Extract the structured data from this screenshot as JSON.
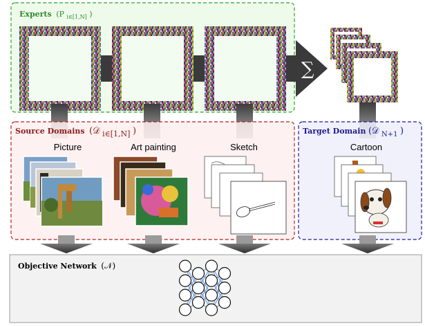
{
  "experts": {
    "label_prefix": "Experts",
    "label_math": "(P",
    "label_sub": "i∈[1,N]",
    "label_close": ")",
    "label_color": "#2e8b2e",
    "box_fill": "#eefbea",
    "box_border": "#2aa52a",
    "sum_symbol": "∑",
    "frame_count": 3,
    "stack_count": 4
  },
  "source_domains": {
    "label_prefix": "Source Domains",
    "label_math": "(𝒟",
    "label_sub": "i∈[1,N]",
    "label_close": ")",
    "label_color": "#8b1a1a",
    "box_fill": "#fdeeee",
    "box_border": "#b22222",
    "domains": [
      {
        "name": "Picture",
        "image": "giraffe photo"
      },
      {
        "name": "Art painting",
        "image": "elephant painting"
      },
      {
        "name": "Sketch",
        "image": "guitar sketch"
      }
    ]
  },
  "target_domain": {
    "label_prefix": "Target Domain",
    "label_math": "(𝒟",
    "label_sub": "N+1",
    "label_close": ")",
    "label_color": "#1a1a8b",
    "box_fill": "#eeeefc",
    "box_border": "#1a1a9b",
    "domains": [
      {
        "name": "Cartoon",
        "image": "cartoon dog"
      }
    ]
  },
  "objective": {
    "label_prefix": "Objective Network",
    "label_math": "(𝒩)",
    "box_fill": "#f2f2f2",
    "box_border": "#999999",
    "layers": [
      4,
      3,
      4,
      3
    ]
  },
  "colors": {
    "arrow": "#4a4a4a",
    "arrow_light": "#9a9a9a",
    "node_stroke": "#111111",
    "edge": "#5b8fd6"
  }
}
